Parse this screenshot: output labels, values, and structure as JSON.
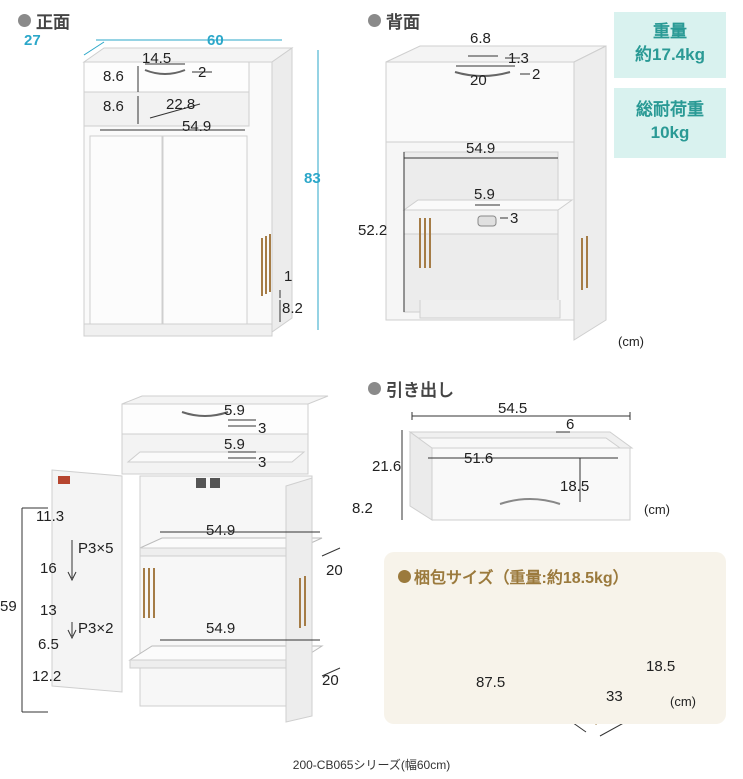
{
  "front": {
    "title": "正面",
    "width": "60",
    "depth": "27",
    "height": "83",
    "slot_w": "14.5",
    "slot_h": "2",
    "drawer_h": "8.6",
    "shelf_h": "8.6",
    "shelf_d": "22.8",
    "shelf_w": "54.9",
    "gap": "1",
    "base_h": "8.2"
  },
  "back": {
    "title": "背面",
    "top_w": "6.8",
    "top_h": "1.3",
    "slot_w": "20",
    "slot_h": "2",
    "inner_w": "54.9",
    "hole_w": "5.9",
    "hole_h": "3",
    "inner_h": "52.2"
  },
  "badges": {
    "weight_label": "重量",
    "weight_value": "約17.4kg",
    "load_label": "総耐荷重",
    "load_value": "10kg"
  },
  "units": {
    "unit": "(cm)"
  },
  "interior": {
    "hole1_w": "5.9",
    "hole1_h": "3",
    "hole2_w": "5.9",
    "hole2_h": "3",
    "d1": "11.3",
    "pitch1": "P3×5",
    "d2": "16",
    "total": "59",
    "d3": "13",
    "pitch2": "P3×2",
    "d4": "6.5",
    "d5": "12.2",
    "shelf1_w": "54.9",
    "shelf1_d": "20",
    "shelf2_w": "54.9",
    "shelf2_d": "20"
  },
  "drawer": {
    "title": "引き出し",
    "outer_w": "54.5",
    "side_t": "6",
    "inner_w": "51.6",
    "depth": "21.6",
    "inner_d": "18.5",
    "height": "8.2"
  },
  "package": {
    "title": "梱包サイズ（重量:約18.5kg）",
    "length": "87.5",
    "width": "33",
    "height": "18.5"
  },
  "caption": "200-CB065シリーズ(幅60cm)",
  "colors": {
    "accent_blue": "#2ba7c9",
    "badge_bg": "#d9f2ef",
    "badge_text": "#2a9a95",
    "package_gold": "#9b7a3d",
    "package_bg": "#f7f3ea"
  }
}
